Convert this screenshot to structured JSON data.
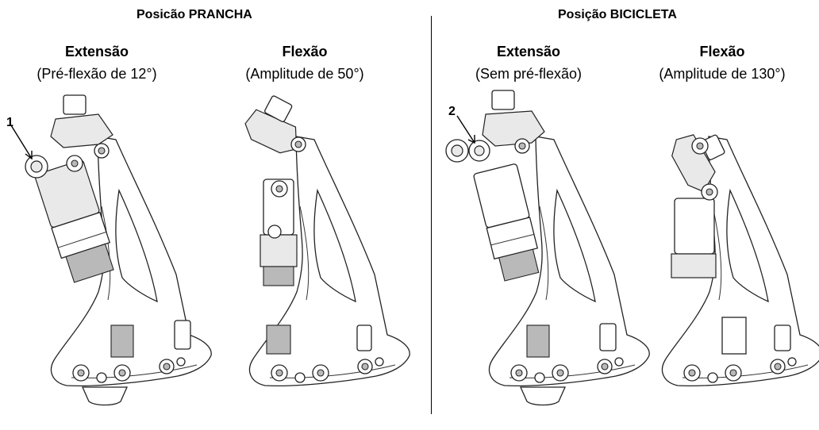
{
  "sections": [
    {
      "title": "Posicão PRANCHA",
      "panels": [
        {
          "label": "Extensão",
          "sub": "(Pré-flexão de 12°)"
        },
        {
          "label": "Flexão",
          "sub": "(Amplitude de 50°)"
        }
      ]
    },
    {
      "title": "Posição BICICLETA",
      "panels": [
        {
          "label": "Extensão",
          "sub": "(Sem pré-flexão)"
        },
        {
          "label": "Flexão",
          "sub": "(Amplitude de 130°)"
        }
      ]
    }
  ],
  "callouts": [
    {
      "number": "1"
    },
    {
      "number": "2"
    }
  ]
}
